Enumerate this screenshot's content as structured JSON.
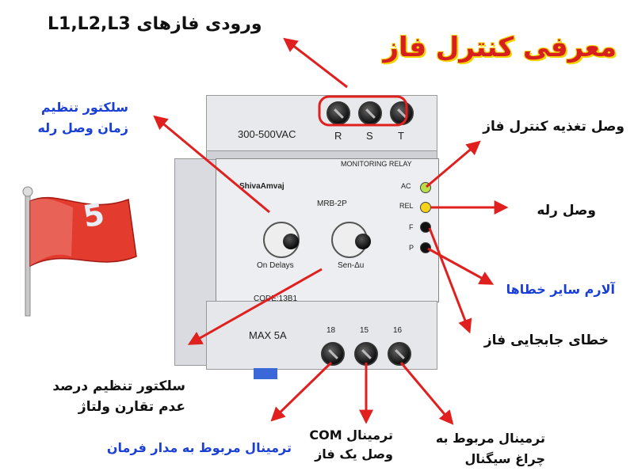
{
  "title": "معرفی کنترل فاز",
  "labels": {
    "phase_inputs": "ورودی فازهای L1,L2,L3",
    "delay_selector_l1": "سلکتور تنظیم",
    "delay_selector_l2": "زمان وصل رله",
    "power_connect": "وصل تغذیه کنترل فاز",
    "relay_connect": "وصل رله",
    "other_faults": "آلارم سایر خطاها",
    "phase_sequence": "خطای جابجایی فاز",
    "voltage_selector_l1": "سلکتور تنظیم درصد",
    "voltage_selector_l2": "عدم تقارن ولتاژ",
    "command_terminal": "ترمینال مربوط به مدار فرمان",
    "com_terminal_l1": "ترمینال COM",
    "com_terminal_l2": "وصل یک فاز",
    "signal_terminal_l1": "ترمینال مربوط به",
    "signal_terminal_l2": "چراغ سیگنال"
  },
  "flag": {
    "number": "5"
  },
  "device": {
    "voltage": "300-500VAC",
    "terminals_top": [
      "R",
      "S",
      "T"
    ],
    "header": "MONITORING RELAY",
    "brand": "ShivaAmvaj",
    "model": "MRB-2P",
    "leds": [
      "AC",
      "REL",
      "F",
      "P"
    ],
    "knob1_label": "On Delays",
    "knob2_label": "Sen-Δu",
    "code": "CODE:13B1",
    "max_current": "MAX 5A",
    "terminals_bottom": [
      "18",
      "15",
      "16"
    ]
  },
  "colors": {
    "arrow": "#e0201e",
    "title": "#d81f1f",
    "title_outline": "#f2d400",
    "blue_text": "#1a3fd6",
    "led_ac": "#b8e04a",
    "led_rel": "#f6d21a",
    "led_off": "#111111"
  }
}
